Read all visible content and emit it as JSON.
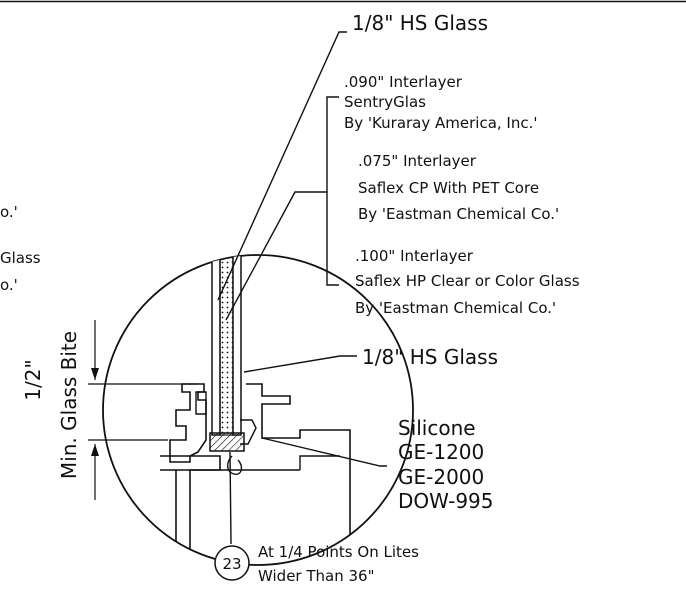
{
  "glass_top": "1/8\" HS Glass",
  "interlayers": [
    {
      "thickness": ".090\" Interlayer",
      "product": "SentryGlas",
      "maker": "By 'Kuraray America, Inc.'"
    },
    {
      "thickness": ".075\" Interlayer",
      "product": "Saflex CP With PET Core",
      "maker": "By 'Eastman Chemical Co.'"
    },
    {
      "thickness": ".100\" Interlayer",
      "product": "Saflex HP Clear or Color Glass",
      "maker": "By 'Eastman Chemical Co.'"
    }
  ],
  "left_cutoff": {
    "line1": "o.'",
    "line2": "Glass",
    "line3": "o.'"
  },
  "glass_bottom": "1/8\" HS Glass",
  "silicone": {
    "title": "Silicone",
    "items": [
      "GE-1200",
      "GE-2000",
      "DOW-995"
    ]
  },
  "bite": {
    "value": "1/2\"",
    "label": "Min. Glass Bite"
  },
  "callout": {
    "number": "23",
    "line1": "At 1/4 Points On Lites",
    "line2": "Wider Than 36\""
  },
  "colors": {
    "ink": "#111111",
    "background": "#ffffff"
  }
}
